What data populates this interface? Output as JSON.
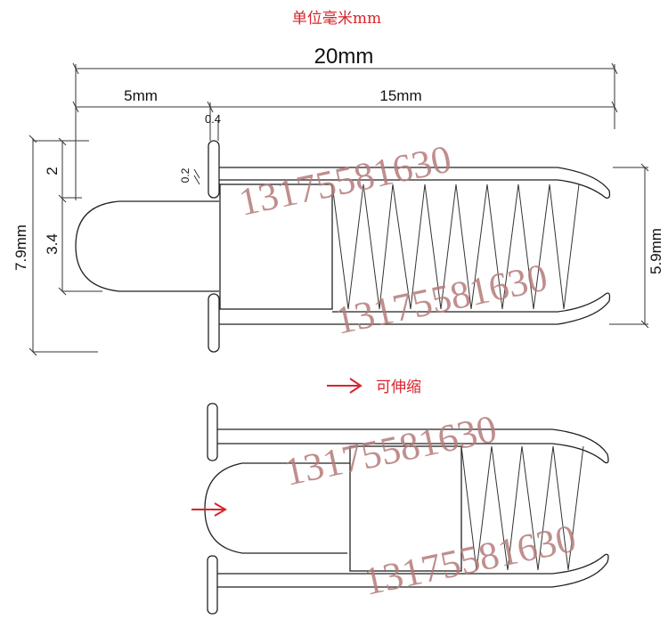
{
  "title": "单位毫米mm",
  "dimensions": {
    "total_length": "20mm",
    "head_length": "5mm",
    "body_length": "15mm",
    "flange_thickness": "0.4",
    "wall_thickness": "0.2",
    "top_offset": "2",
    "head_diameter": "3.4",
    "flange_height": "7.9mm",
    "body_height": "5.9mm"
  },
  "annotation": "可伸缩",
  "watermark": "13175581630",
  "colors": {
    "accent": "#d8242c",
    "watermark": "#b57a7a",
    "line": "#222222"
  }
}
